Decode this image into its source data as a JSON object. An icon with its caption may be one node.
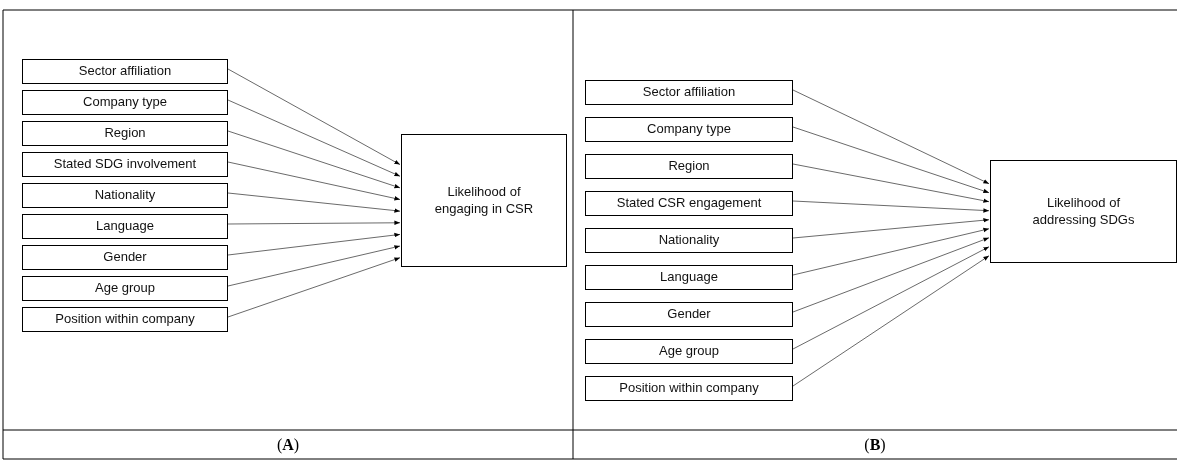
{
  "diagram": {
    "nodes": [
      {
        "text": [
          "Sector affiliation"
        ]
      },
      {
        "text": [
          "Company type"
        ]
      },
      {
        "text": [
          "Region"
        ]
      },
      {
        "text": [
          "Stated SDG involvement"
        ]
      },
      {
        "text": [
          "Nationality"
        ]
      },
      {
        "text": [
          "Language"
        ]
      },
      {
        "text": [
          "Gender"
        ]
      },
      {
        "text": [
          "Age group"
        ]
      },
      {
        "text": [
          "Position within company"
        ]
      },
      {
        "text": [
          "Likelihood of engaging in CSR"
        ]
      },
      {
        "text": [
          "Sector affiliation"
        ]
      },
      {
        "text": [
          "Company type"
        ]
      },
      {
        "text": [
          "Region"
        ]
      },
      {
        "text": [
          "Stated CSR engagement"
        ]
      },
      {
        "text": [
          "Nationality"
        ]
      },
      {
        "text": [
          "Language"
        ]
      },
      {
        "text": [
          "Gender"
        ]
      },
      {
        "text": [
          "Age group"
        ]
      },
      {
        "text": [
          "Position within company"
        ]
      },
      {
        "text": [
          "Likelihood of addressing SDGs"
        ]
      }
    ],
    "edges": [
      {
        "from": 0,
        "to": 9,
        "arrow": "to"
      },
      {
        "from": 1,
        "to": 9,
        "arrow": "to"
      },
      {
        "from": 2,
        "to": 9,
        "arrow": "to"
      },
      {
        "from": 3,
        "to": 9,
        "arrow": "to"
      },
      {
        "from": 4,
        "to": 9,
        "arrow": "to"
      },
      {
        "from": 5,
        "to": 9,
        "arrow": "to"
      },
      {
        "from": 6,
        "to": 9,
        "arrow": "to"
      },
      {
        "from": 7,
        "to": 9,
        "arrow": "to"
      },
      {
        "from": 8,
        "to": 9,
        "arrow": "to"
      },
      {
        "from": 10,
        "to": 19,
        "arrow": "to"
      },
      {
        "from": 11,
        "to": 19,
        "arrow": "to"
      },
      {
        "from": 12,
        "to": 19,
        "arrow": "to"
      },
      {
        "from": 13,
        "to": 19,
        "arrow": "to"
      },
      {
        "from": 14,
        "to": 19,
        "arrow": "to"
      },
      {
        "from": 15,
        "to": 19,
        "arrow": "to"
      },
      {
        "from": 16,
        "to": 19,
        "arrow": "to"
      },
      {
        "from": 17,
        "to": 19,
        "arrow": "to"
      },
      {
        "from": 18,
        "to": 19,
        "arrow": "to"
      }
    ],
    "labels": [
      "(**A**)",
      "(**B**)"
    ]
  }
}
